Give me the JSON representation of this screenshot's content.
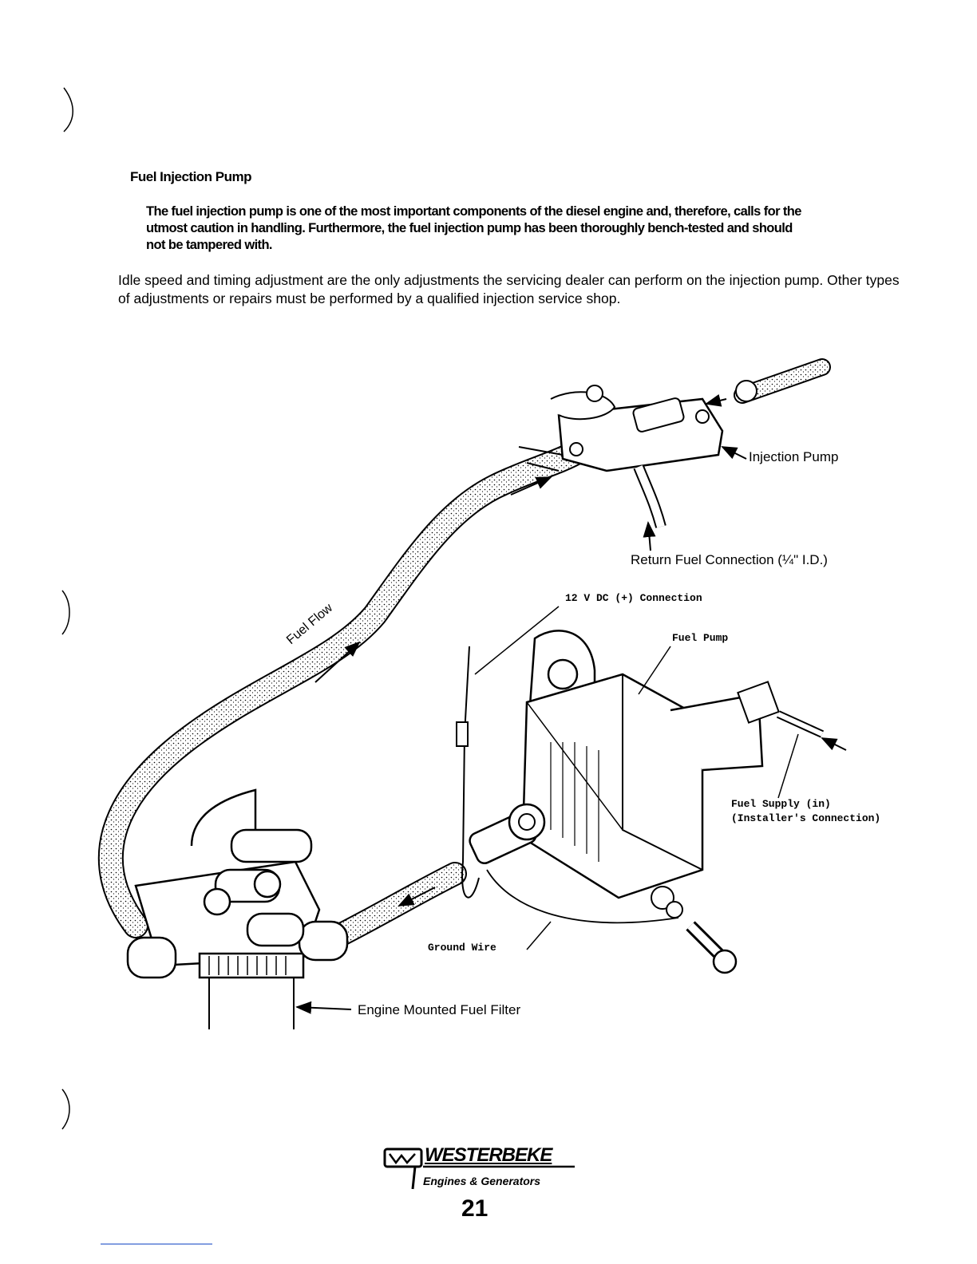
{
  "section": {
    "title": "Fuel Injection Pump",
    "caution": "The fuel injection pump is one of the most important components of the diesel engine and, therefore, calls for the utmost caution in handling. Furthermore, the fuel injection pump has been thoroughly bench-tested and should not be tampered with.",
    "body": "Idle speed and timing adjustment are the only adjustments the servicing dealer can perform on the injection pump. Other types of adjustments or repairs must be performed by a qualified injection service shop."
  },
  "diagram": {
    "labels": {
      "injection_pump": "Injection Pump",
      "return_fuel": "Return Fuel Connection (¼\" I.D.)",
      "dc_connection": "12 V DC (+) Connection",
      "fuel_pump": "Fuel Pump",
      "fuel_flow": "Fuel Flow",
      "fuel_supply_line1": "Fuel Supply (in)",
      "fuel_supply_line2": "(Installer's Connection)",
      "ground_wire": "Ground Wire",
      "fuel_filter": "Engine Mounted Fuel Filter"
    }
  },
  "footer": {
    "brand": "WESTERBEKE",
    "tagline": "Engines & Generators",
    "page_number": "21"
  }
}
